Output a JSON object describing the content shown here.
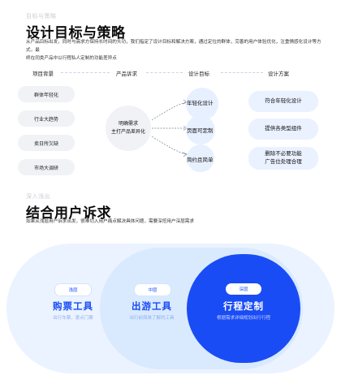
{
  "section1": {
    "eyebrow": "目标与策略",
    "title": "设计目标与策略",
    "desc_line1": "从产品目标出发，同时与需求方保持长时间的头功，我们指定了设计目标和解决方案，通过定位的群体，完善的用户体验优化，注重情感化设计等方式，最",
    "desc_line2": "终在同类产品中以行程私人定制的功能差异点",
    "columns": [
      "项目背景",
      "产品诉求",
      "设计目标",
      "设计方案"
    ],
    "background_items": [
      "群体年轻化",
      "行业大趋势",
      "卖日所欠缺",
      "市场大调研"
    ],
    "demand_line1": "明确需求",
    "demand_line2": "主打产品差异化",
    "goals": [
      "年轻化设计",
      "页面可定制",
      "简约且简单"
    ],
    "solutions": [
      "符合年轻化设计",
      "提供各类型组件"
    ],
    "solution_last_line1": "删除不必要功能",
    "solution_last_line2": "广告位处理合理"
  },
  "section2": {
    "eyebrow": "深入浅出",
    "title": "结合用户诉求",
    "desc": "如果从浅层用户诉求出发，很难切入用户痛点解决具体问题，需要深挖用户深层需求",
    "levels": [
      {
        "badge": "浅层",
        "title": "购票工具",
        "sub": "出行车票、景点门票"
      },
      {
        "badge": "中层",
        "title": "出游工具",
        "sub": "出行前简单了解的工具"
      },
      {
        "badge": "深层",
        "title": "行程定制",
        "sub": "根据需求详细规划出行行程"
      }
    ]
  },
  "colors": {
    "primary": "#1a4cf5",
    "goal_bubble": "#e7f0ff",
    "tier_outer": "#eaf3ff",
    "tier_mid": "#d9eaff"
  }
}
